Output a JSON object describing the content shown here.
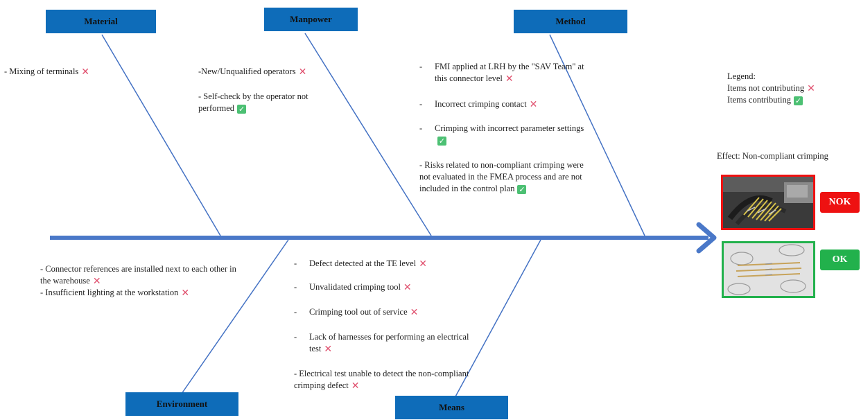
{
  "categories": {
    "material": "Material",
    "manpower": "Manpower",
    "method": "Method",
    "environment": "Environment",
    "means": "Means"
  },
  "material": {
    "items": [
      {
        "text": "- Mixing of terminals",
        "status": "not-contributing"
      }
    ]
  },
  "manpower": {
    "items": [
      {
        "text": "-New/Unqualified operators",
        "status": "not-contributing"
      },
      {
        "text": "- Self-check by the operator not performed",
        "status": "contributing"
      }
    ]
  },
  "method": {
    "items": [
      {
        "dash": "-",
        "text": "FMI applied at LRH by the \"SAV Team\" at this connector level",
        "status": "not-contributing"
      },
      {
        "dash": "-",
        "text": "Incorrect crimping contact",
        "status": "not-contributing"
      },
      {
        "dash": "-",
        "text": "Crimping with incorrect parameter settings",
        "status": "contributing"
      },
      {
        "text": "- Risks related to non-compliant crimping were not evaluated in the FMEA process and are not included in the control plan",
        "status": "contributing"
      }
    ]
  },
  "environment": {
    "items": [
      {
        "text": "- Connector references are installed next to each other in the warehouse",
        "status": "not-contributing"
      },
      {
        "text": "- Insufficient lighting at the workstation",
        "status": "not-contributing"
      }
    ]
  },
  "means": {
    "items": [
      {
        "dash": "-",
        "text": "Defect detected at the TE level",
        "status": "not-contributing"
      },
      {
        "dash": "-",
        "text": "Unvalidated crimping tool",
        "status": "not-contributing"
      },
      {
        "dash": "-",
        "text": "Crimping tool out of service",
        "status": "not-contributing"
      },
      {
        "dash": "-",
        "text": "Lack of harnesses for performing an electrical test",
        "status": "not-contributing"
      },
      {
        "text": "- Electrical test unable to detect the non-compliant crimping defect",
        "status": "not-contributing"
      }
    ]
  },
  "legend": {
    "title": "Legend:",
    "not_contributing": "Items not contributing",
    "contributing": "Items contributing"
  },
  "effect": {
    "label": "Effect: Non-compliant crimping",
    "nok_label": "NOK",
    "ok_label": "OK"
  },
  "colors": {
    "category_fill": "#0e6cb9",
    "spine": "#4a78c8",
    "bone": "#4472c4",
    "cross": "#e0506e",
    "check": "#4cc073",
    "nok": "#ee1111",
    "ok": "#22b14c"
  }
}
